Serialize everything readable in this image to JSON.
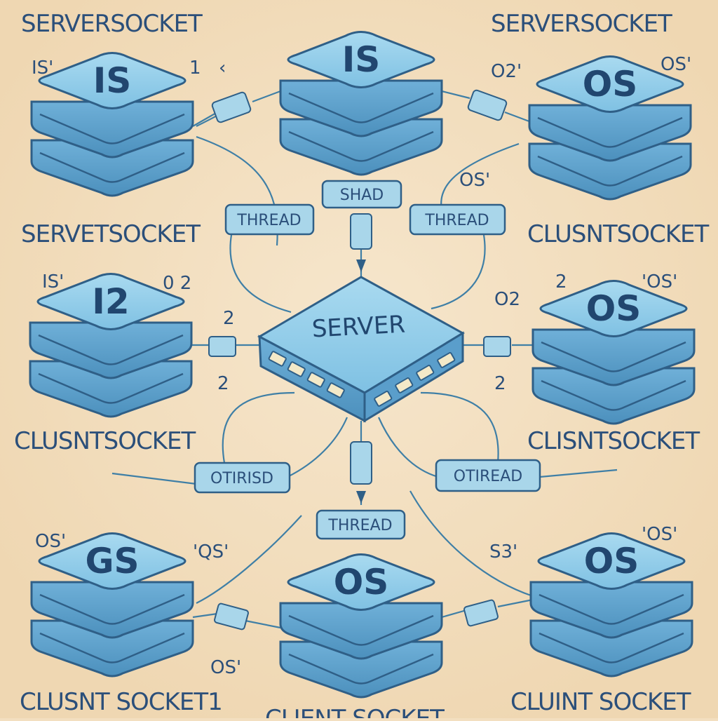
{
  "labels": {
    "top_left": "SERVERSOCKET",
    "top_right": "SERVERSOCKET",
    "mid_left": "SERVETSOCKET",
    "mid_right": "CLUSNTSOCKET",
    "row2_left": "CLUSNTSOCKET",
    "row2_right": "CLISNTSOCKET",
    "bottom_left": "CLUSNT SOCKET1",
    "bottom_center": "CLIENT SOCKET",
    "bottom_right": "CLUINT SOCKET"
  },
  "small": {
    "is_top_left": "IS'",
    "one_top": "1",
    "dot_top": "‹",
    "o2_top": "O2'",
    "os_top_right": "OS'",
    "os_mid": "OS'",
    "is_left": "IS'",
    "zero2": "0 2",
    "o2_right": "O2",
    "two_right": "2",
    "os_right": "'OS'",
    "two_left_a": "2",
    "two_left_b": "2",
    "two_right_b": "2",
    "os_bl": "OS'",
    "os_q": "'QS'",
    "s3": "S3'",
    "os_br": "'OS'",
    "os_bottom": "OS'"
  },
  "nodes": {
    "tl": "IS",
    "tc": "IS",
    "tr": "OS",
    "ml": "I2",
    "mr": "OS",
    "bl": "GS",
    "bc": "OS",
    "br": "OS"
  },
  "server": {
    "label": "SERVER"
  },
  "threads": {
    "left": "THREAD",
    "shad": "SHAD",
    "right": "THREAD",
    "bottom_left": "OTIRISD",
    "bottom_right": "OTIREAD",
    "bottom_center": "THREAD"
  },
  "colors": {
    "background": "#f3dfc0",
    "node_fill": "#8fcbe7",
    "node_dark": "#4c90bd",
    "outline": "#2f5f87",
    "text": "#2b4f7a"
  }
}
